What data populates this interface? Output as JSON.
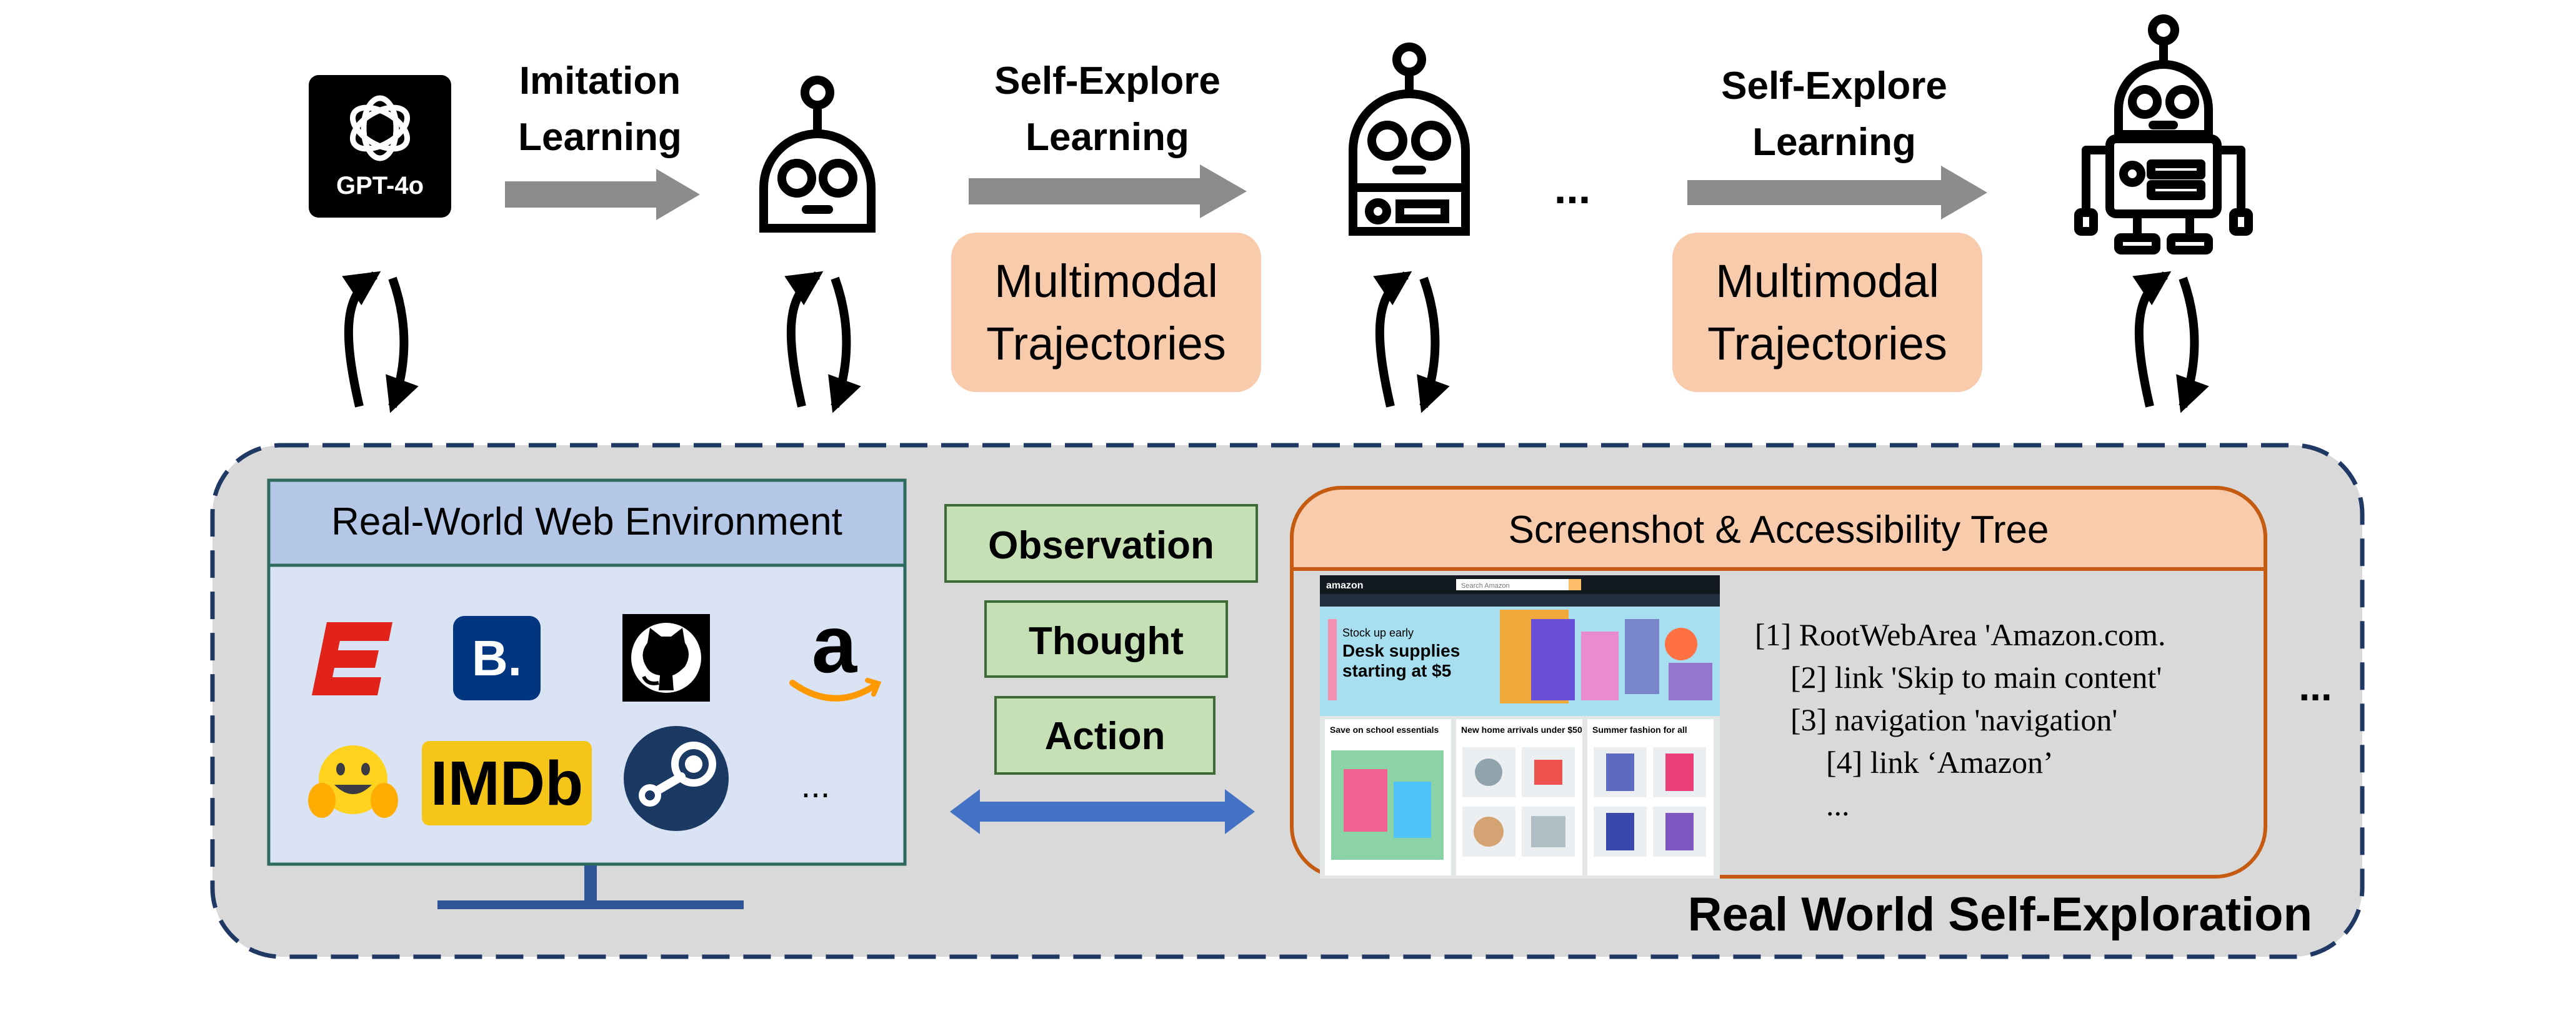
{
  "stages": {
    "model_badge": "GPT-4o",
    "arrow1_label": [
      "Imitation",
      "Learning"
    ],
    "arrow2_label": [
      "Self-Explore",
      "Learning"
    ],
    "arrow3_label": [
      "Self-Explore",
      "Learning"
    ],
    "ellipsis": "...",
    "traj_box_1": [
      "Multimodal",
      "Trajectories"
    ],
    "traj_box_2": [
      "Multimodal",
      "Trajectories"
    ]
  },
  "environment": {
    "monitor_title": "Real-World Web Environment",
    "sites": [
      "espn-icon",
      "booking-icon",
      "github-icon",
      "amazon-icon",
      "huggingface-icon",
      "imdb-icon",
      "steam-icon"
    ],
    "imdb_text": "IMDb",
    "booking_text": "B.",
    "more": "..."
  },
  "loop": {
    "steps": [
      "Observation",
      "Thought",
      "Action"
    ]
  },
  "observation_panel": {
    "title": "Screenshot & Accessibility Tree",
    "tree_lines": [
      "[1] RootWebArea 'Amazon.com.",
      "[2] link 'Skip to main content'",
      "[3] navigation 'navigation'",
      "[4] link ‘Amazon’",
      "..."
    ],
    "more": "...",
    "amazon_shot": {
      "logo": "amazon",
      "search_placeholder": "Search Amazon",
      "promo_line1": "Stock up early",
      "promo_line2": "Desk supplies",
      "promo_line3": "starting at $5",
      "cards": [
        "Save on school essentials",
        "New home arrivals under $50",
        "Summer fashion for all"
      ]
    }
  },
  "footer_label": "Real World Self-Exploration",
  "colors": {
    "arrow_gray": "#8c8c8c",
    "traj_fill": "#f8cbad",
    "region_fill": "#d9d9d9",
    "region_border": "#1f3864",
    "monitor_title_fill": "#b4c7e7",
    "monitor_body_fill": "#dae3f3",
    "monitor_border": "#2e6b5e",
    "step_fill": "#c5e0b4",
    "step_border": "#3d6b35",
    "panel_border": "#c55a11",
    "double_arrow": "#4472c4"
  }
}
